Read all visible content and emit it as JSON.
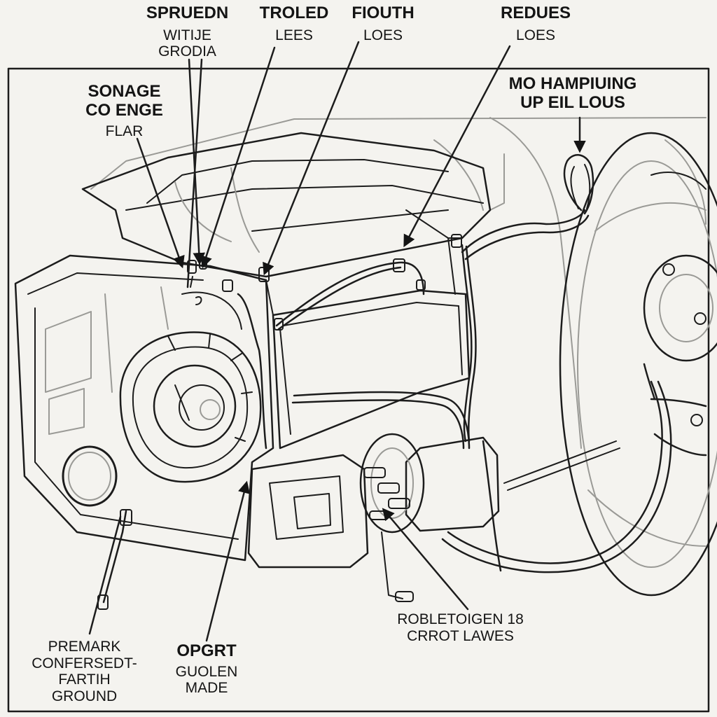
{
  "labels": {
    "spruedn": {
      "title": "SPRUEDN",
      "line1": "WITIJE",
      "line2": "GRODIA"
    },
    "troled": {
      "title": "TROLED",
      "line1": "LEES"
    },
    "fiouth": {
      "title": "FIOUTH",
      "line1": "LOES"
    },
    "redues": {
      "title": "REDUES",
      "line1": "LOES"
    },
    "sonage": {
      "title1": "SONAGE",
      "title2": "CO ENGE",
      "line1": "FLAR"
    },
    "hampiuing": {
      "title1": "MO HAMPIUING",
      "title2": "UP EIL LOUS"
    },
    "premark": {
      "line1": "PREMARK",
      "line2": "CONFERSEDT-",
      "line3": "FARTIH",
      "line4": "GROUND"
    },
    "opgrt": {
      "title": "OPGRT",
      "line1": "GUOLEN",
      "line2": "MADE"
    },
    "robletoigen": {
      "line1": "ROBLETOIGEN 18",
      "line2": "CRROT LAWES"
    }
  }
}
